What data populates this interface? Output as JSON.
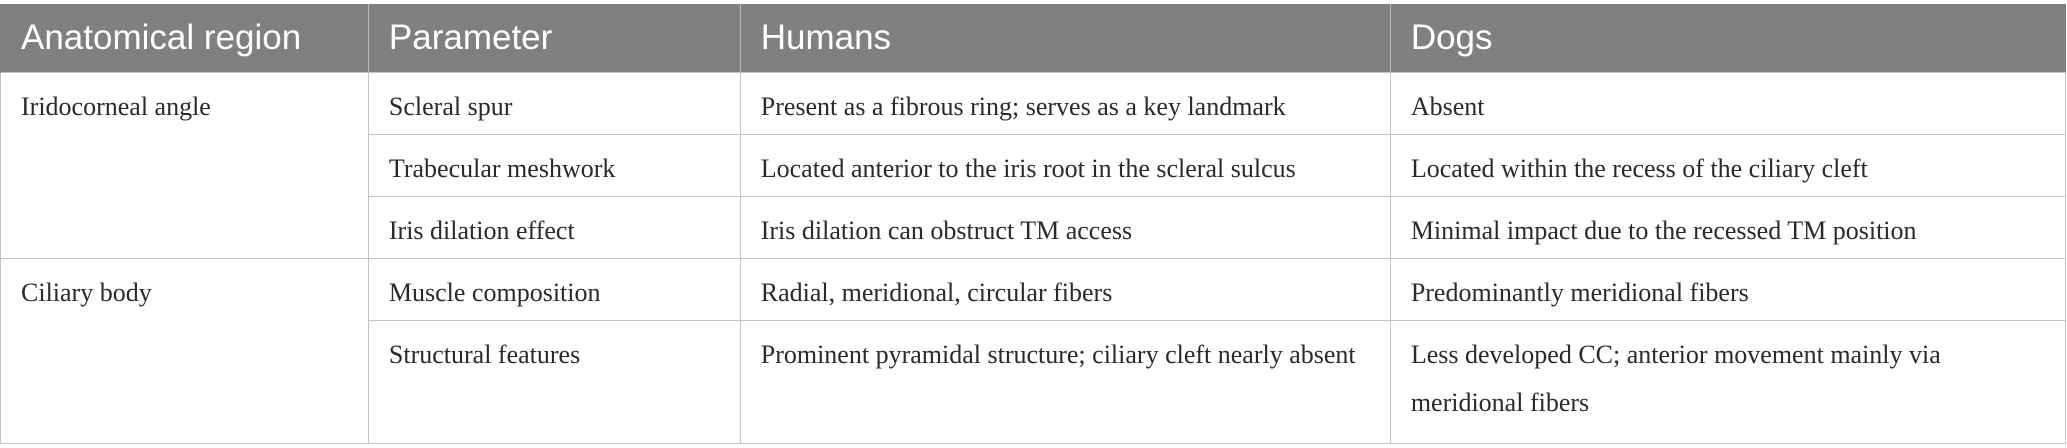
{
  "table": {
    "headers": [
      "Anatomical region",
      "Parameter",
      "Humans",
      "Dogs"
    ],
    "regions": [
      "Iridocorneal angle",
      "Ciliary body"
    ],
    "rows": [
      {
        "parameter": "Scleral spur",
        "humans": "Present as a fibrous ring; serves as a key landmark",
        "dogs": "Absent"
      },
      {
        "parameter": "Trabecular meshwork",
        "humans": "Located anterior to the iris root in the scleral sulcus",
        "dogs": "Located within the recess of the ciliary cleft"
      },
      {
        "parameter": "Iris dilation effect",
        "humans": "Iris dilation can obstruct TM access",
        "dogs": "Minimal impact due to the recessed TM position"
      },
      {
        "parameter": "Muscle composition",
        "humans": "Radial, meridional, circular fibers",
        "dogs": "Predominantly meridional fibers"
      },
      {
        "parameter": "Structural features",
        "humans": "Prominent pyramidal structure; ciliary cleft nearly absent",
        "dogs": "Less developed CC; anterior movement mainly via meridional fibers"
      }
    ]
  }
}
